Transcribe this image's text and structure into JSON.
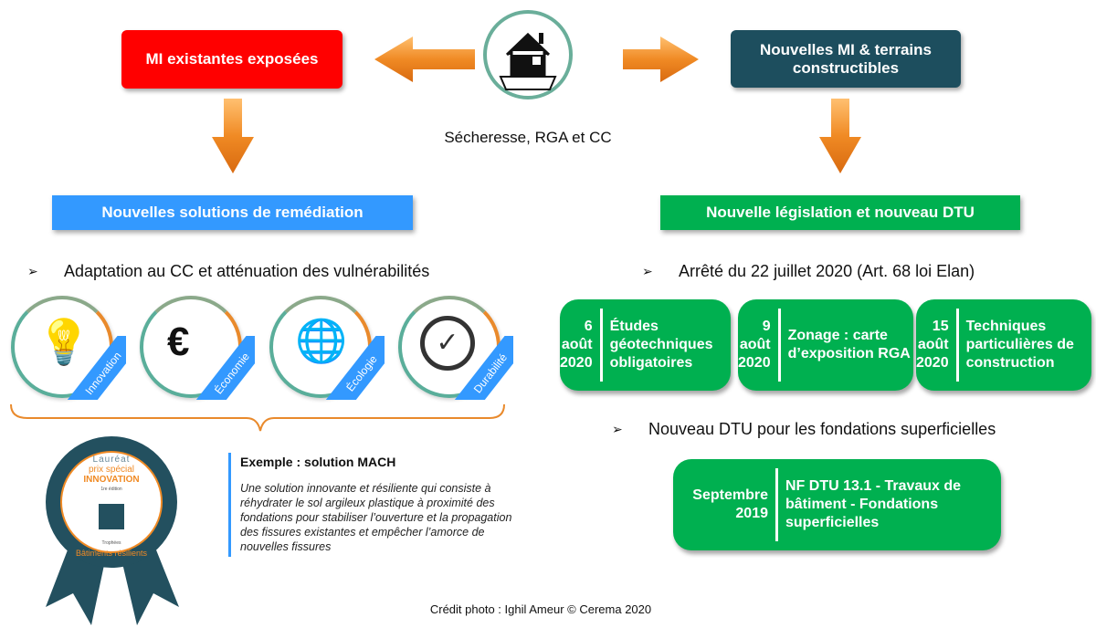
{
  "top": {
    "left_box": "MI existantes exposées",
    "right_box": "Nouvelles MI & terrains constructibles",
    "center_caption": "Sécheresse, RGA et CC"
  },
  "left": {
    "header": "Nouvelles solutions de remédiation",
    "bullet": "Adaptation au CC et atténuation des vulnérabilités",
    "pillars": [
      {
        "label": "Innovation",
        "icon": "lightbulb-icon"
      },
      {
        "label": "Économie",
        "icon": "coins-euro-icon"
      },
      {
        "label": "Écologie",
        "icon": "hand-globe-icon"
      },
      {
        "label": "Durabilité",
        "icon": "clock-check-icon"
      }
    ],
    "badge": {
      "line1": "Lauréat",
      "line2": "prix spécial",
      "line3": "INNOVATION",
      "line4": "1re édition",
      "line5": "Trophées",
      "line6": "Bâtiments résilients"
    },
    "example_title": "Exemple : solution MACH",
    "example_text": "Une solution innovante et résiliente qui consiste à réhydrater le sol argileux plastique à proximité des fondations pour stabiliser l’ouverture et la propagation des fissures existantes et empêcher l’amorce de nouvelles fissures"
  },
  "right": {
    "header": "Nouvelle législation et nouveau DTU",
    "bullet1": "Arrêté du 22 juillet 2020 (Art. 68 loi Elan)",
    "cards": [
      {
        "date": "6 août 2020",
        "text": "Études géotechniques obligatoires"
      },
      {
        "date": "9 août 2020",
        "text": "Zonage : carte d’exposition RGA"
      },
      {
        "date": "15 août 2020",
        "text": "Techniques particulières de construction"
      }
    ],
    "bullet2": "Nouveau DTU pour les fondations superficielles",
    "dtu_card": {
      "date": "Septembre 2019",
      "text": "NF DTU 13.1 - Travaux de bâtiment - Fondations superficielles"
    }
  },
  "credit": "Crédit photo : Ighil Ameur © Cerema 2020",
  "colors": {
    "red": "#ff0000",
    "teal": "#1d4e5e",
    "blue": "#3399ff",
    "green": "#00b050",
    "orange": "#f08a24"
  }
}
